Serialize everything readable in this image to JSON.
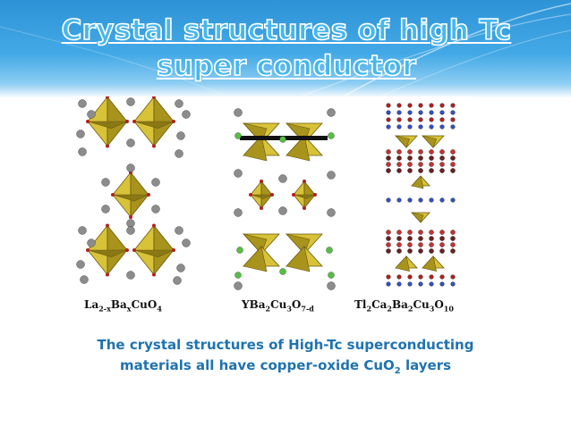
{
  "slide": {
    "title": "Crystal structures of high Tc super conductor",
    "title_color": "#48b7ec",
    "header_color": "#2e93d6"
  },
  "figure": {
    "labels": [
      {
        "parts": [
          [
            "La",
            ""
          ],
          [
            "2-x",
            "sub"
          ],
          [
            "Ba",
            ""
          ],
          [
            "x",
            "sub"
          ],
          [
            "CuO",
            ""
          ],
          [
            "4",
            "sub"
          ]
        ]
      },
      {
        "parts": [
          [
            "YBa",
            ""
          ],
          [
            "2",
            "sub"
          ],
          [
            "Cu",
            ""
          ],
          [
            "3",
            "sub"
          ],
          [
            "O",
            ""
          ],
          [
            "7-d",
            "sub"
          ]
        ]
      },
      {
        "parts": [
          [
            "Tl",
            ""
          ],
          [
            "2",
            "sub"
          ],
          [
            "Ca",
            ""
          ],
          [
            "2",
            "sub"
          ],
          [
            "Ba",
            ""
          ],
          [
            "2",
            "sub"
          ],
          [
            "Cu",
            ""
          ],
          [
            "3",
            "sub"
          ],
          [
            "O",
            ""
          ],
          [
            "10",
            "sub"
          ]
        ]
      }
    ]
  },
  "caption": {
    "line1": "The crystal structures of High-Tc superconducting",
    "line2_pre": "materials all have copper-oxide CuO",
    "line2_sub": "2",
    "line2_post": " layers",
    "color": "#1f73b0"
  }
}
